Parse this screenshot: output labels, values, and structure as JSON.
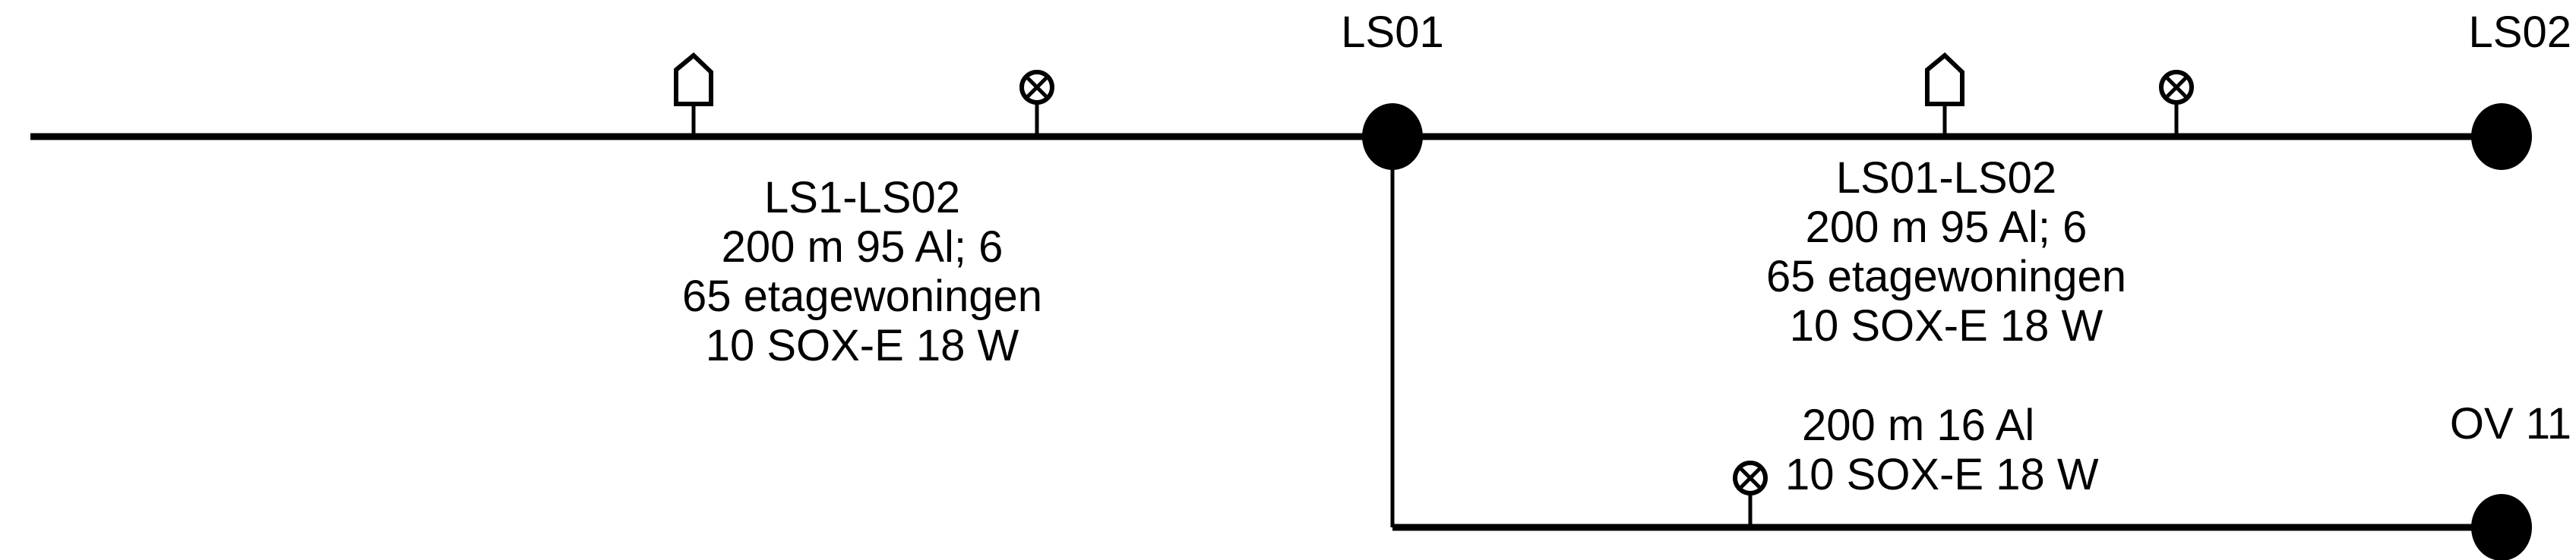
{
  "nodes": {
    "ls01": "LS01",
    "ls02": "LS02",
    "ov11": "OV 11"
  },
  "cable_left": {
    "lines": [
      "LS1-LS02",
      "200 m 95 Al; 6",
      "65 etagewoningen",
      "10 SOX-E 18 W"
    ]
  },
  "cable_right": {
    "lines": [
      "LS01-LS02",
      "200 m 95 Al; 6",
      "65 etagewoningen",
      "10 SOX-E 18 W"
    ]
  },
  "cable_lower": {
    "lines": [
      "200 m 16 Al",
      "10 SOX-E 18 W"
    ]
  },
  "icons": {
    "house": "house-connection-icon",
    "lamp": "street-lamp-icon"
  },
  "colors": {
    "line": "#000000",
    "background": "#ffffff"
  }
}
